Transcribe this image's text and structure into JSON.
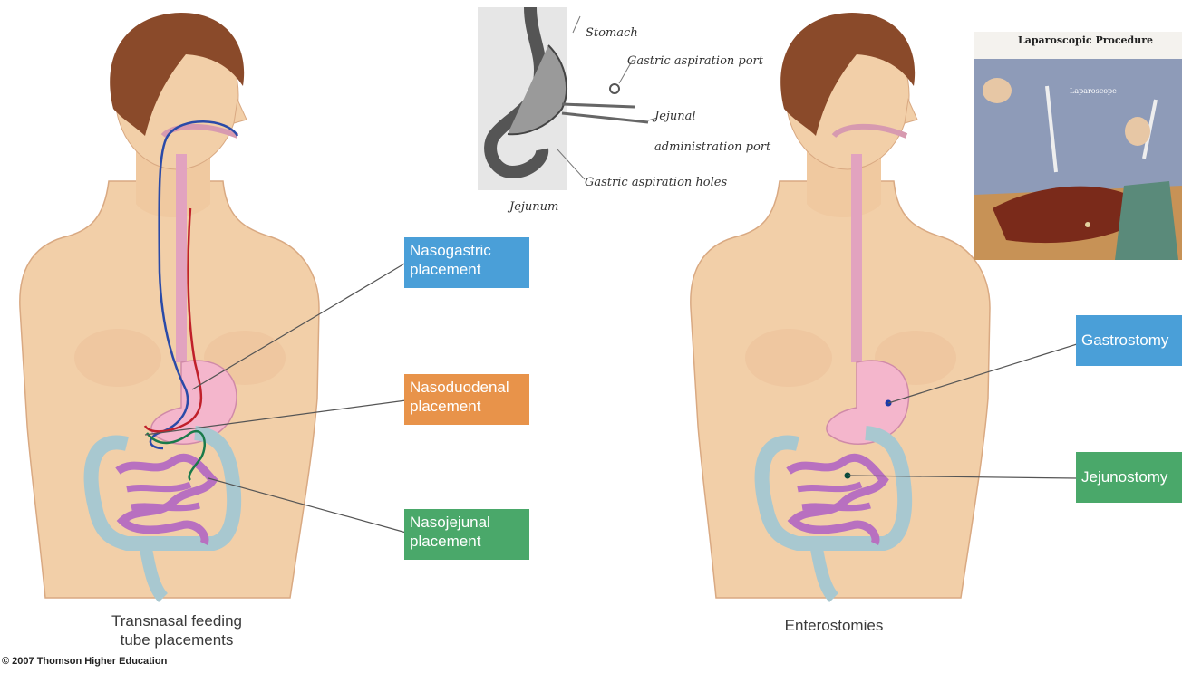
{
  "left_figure": {
    "caption_line1": "Transnasal feeding",
    "caption_line2": "tube placements",
    "labels": {
      "nasogastric_line1": "Nasogastric",
      "nasogastric_line2": "placement",
      "nasoduodenal_line1": "Nasoduodenal",
      "nasoduodenal_line2": "placement",
      "nasojejunal_line1": "Nasojejunal",
      "nasojejunal_line2": "placement"
    }
  },
  "right_figure": {
    "caption": "Enterostomies",
    "labels": {
      "gastrostomy": "Gastrostomy",
      "jejunostomy": "Jejunostomy"
    }
  },
  "tube_inset": {
    "stomach": "Stomach",
    "gastric_aspiration_port": "Gastric aspiration port",
    "jejunal_line1": "Jejunal",
    "jejunal_line2": "administration port",
    "gastric_aspiration_holes": "Gastric aspiration holes",
    "jejunum": "Jejunum"
  },
  "laparoscopic_inset": {
    "title": "Laparoscopic Procedure",
    "laparoscope": "Laparoscope"
  },
  "copyright": "© 2007 Thomson Higher Education",
  "colors": {
    "nasogastric_box": "#4a9fd8",
    "nasoduodenal_box": "#e8934a",
    "nasojejunal_box": "#4aa86a",
    "gastrostomy_box": "#4a9fd8",
    "jejunostomy_box": "#4aa86a",
    "skin": "#f2cfa8",
    "hair": "#8a4a2a"
  }
}
